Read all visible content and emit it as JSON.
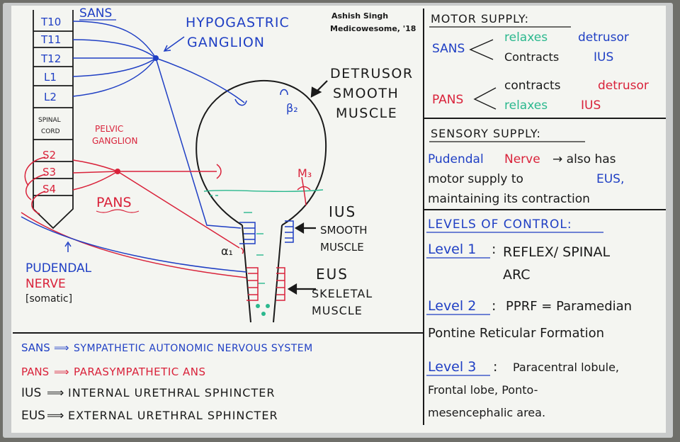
{
  "author": {
    "name": "Ashish Singh",
    "site": "Medicowesome, '18"
  },
  "colors": {
    "black": "#1a1a1a",
    "blue": "#1f3fc4",
    "red": "#d9223a",
    "green": "#2bb88e"
  },
  "diagram": {
    "sans_title": "SANS",
    "segments": [
      "T10",
      "T11",
      "T12",
      "L1",
      "L2"
    ],
    "spinal_cord": [
      "SPINAL",
      "CORD"
    ],
    "sacral_segments": [
      "S2",
      "S3",
      "S4"
    ],
    "hypogastric": [
      "HYPOGASTRIC",
      "GANGLION"
    ],
    "pelvic": [
      "PELVIC",
      "GANGLION"
    ],
    "pans": "PANS",
    "pudendal": [
      "PUDENDAL",
      "NERVE",
      "[somatic]"
    ],
    "detrusor": [
      "DETRUSOR",
      "SMOOTH",
      "MUSCLE"
    ],
    "beta2": "β₂",
    "m3": "M₃",
    "alpha1": "α₁",
    "ius": [
      "IUS",
      "SMOOTH",
      "MUSCLE"
    ],
    "eus": [
      "EUS",
      "SKELETAL",
      "MUSCLE"
    ]
  },
  "abbreviations": [
    {
      "abbr": "SANS",
      "meaning": "SYMPATHETIC AUTONOMIC NERVOUS SYSTEM"
    },
    {
      "abbr": "PANS",
      "meaning": "PARASYMPATHETIC ANS"
    },
    {
      "abbr": "IUS",
      "meaning": "INTERNAL URETHRAL SPHINCTER"
    },
    {
      "abbr": "EUS",
      "meaning": "EXTERNAL URETHRAL SPHINCTER"
    }
  ],
  "arrow": "⟹",
  "motor_supply": {
    "title": "MOTOR SUPPLY:",
    "sans": {
      "label": "SANS",
      "line1_pre": "relaxes",
      "line1_post": "detrusor",
      "line2_pre": "Contracts",
      "line2_post": "IUS"
    },
    "pans": {
      "label": "PANS",
      "line1_pre": "contracts",
      "line1_post": "detrusor",
      "line2_pre": "relaxes",
      "line2_post": "IUS"
    }
  },
  "sensory_supply": {
    "title": "SENSORY SUPPLY:",
    "line1_a": "Pudendal",
    "line1_b": "Nerve",
    "line1_c": "→ also has",
    "line2_a": "motor supply to",
    "line2_b": "EUS,",
    "line3": "maintaining its contraction"
  },
  "levels": {
    "title": "LEVELS OF CONTROL:",
    "items": [
      {
        "label": "Level 1",
        "lines": [
          "REFLEX/ SPINAL",
          "ARC"
        ]
      },
      {
        "label": "Level 2",
        "lines": [
          "PPRF = Paramedian",
          "Pontine Reticular Formation"
        ]
      },
      {
        "label": "Level 3",
        "lines": [
          "Paracentral lobule,",
          "Frontal lobe, Ponto-",
          "mesencephalic area."
        ]
      }
    ]
  }
}
